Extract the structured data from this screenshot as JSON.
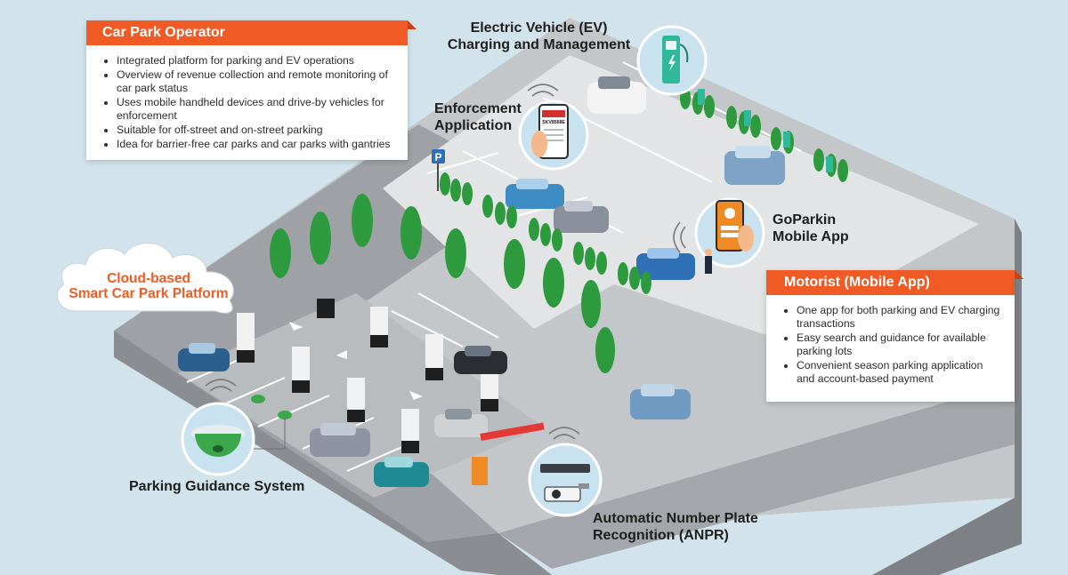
{
  "operator": {
    "title": "Car Park Operator",
    "bullets": [
      "Integrated platform for parking and EV operations",
      "Overview of revenue collection and remote monitoring of car park status",
      "Uses mobile handheld devices and drive-by vehicles for enforcement",
      "Suitable for off-street and on-street parking",
      "Idea for barrier-free car parks and car parks with gantries"
    ]
  },
  "motorist": {
    "title": "Motorist (Mobile App)",
    "bullets": [
      "One app for both parking and EV charging transactions",
      "Easy search and guidance for available parking lots",
      "Convenient season parking application and account-based payment"
    ]
  },
  "cloud": {
    "line1": "Cloud-based",
    "line2": "Smart Car Park Platform"
  },
  "labels": {
    "ev_line1": "Electric Vehicle (EV)",
    "ev_line2": "Charging and Management",
    "enforcement_line1": "Enforcement",
    "enforcement_line2": "Application",
    "goparkin_line1": "GoParkin",
    "goparkin_line2": "Mobile App",
    "pgs": "Parking Guidance System",
    "anpr_line1": "Automatic Number Plate",
    "anpr_line2": "Recognition (ANPR)"
  },
  "phone_plate": "SKV8568E",
  "parking_sign": "P",
  "colors": {
    "accent": "#f05a24",
    "background": "#d3e3ec",
    "ground": "#c9ccce",
    "road": "#9b9fa3",
    "icon_circle": "#c8e3ef",
    "ev_teal": "#2fb89a",
    "tree": "#2e9a3e"
  }
}
